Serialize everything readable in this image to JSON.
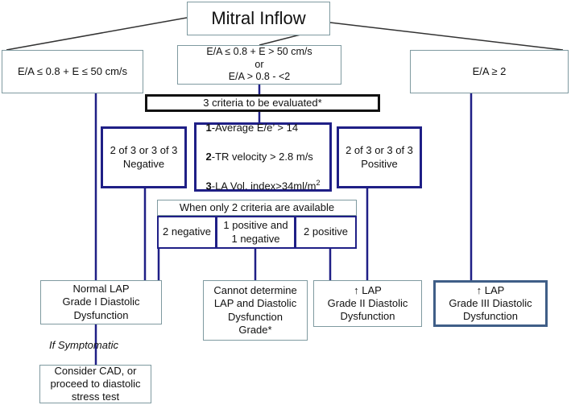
{
  "top": {
    "label": "Mitral Inflow"
  },
  "branches": {
    "left": "E/A ≤ 0.8 + E ≤ 50 cm/s",
    "middle": "E/A ≤ 0.8 + E > 50 cm/s\nor\nE/A > 0.8 - <2",
    "right": "E/A ≥ 2"
  },
  "criteria_header": "3 criteria to be evaluated*",
  "negative_box": "2 of 3 or 3 of 3\nNegative",
  "positive_box": "2 of 3 or 3 of 3\nPositive",
  "criteria": [
    {
      "num": "1",
      "text": "-Average E/e’ > 14"
    },
    {
      "num": "2",
      "text": "-TR velocity > 2.8 m/s"
    },
    {
      "num": "3",
      "text": "-LA Vol. index>34ml/m",
      "sup": "2"
    }
  ],
  "two_criteria": {
    "header": "When only 2 criteria are available",
    "negative": "2 negative",
    "mixed": "1 positive and\n1 negative",
    "positive": "2 positive"
  },
  "outcomes": {
    "normal": "Normal  LAP\nGrade I Diastolic\nDysfunction",
    "indeterminate": "Cannot determine\nLAP and Diastolic\nDysfunction\nGrade*",
    "grade2": "↑ LAP\nGrade II Diastolic\nDysfunction",
    "grade3": "↑ LAP\nGrade III Diastolic\nDysfunction"
  },
  "symptomatic": "If Symptomatic",
  "next_step": "Consider CAD, or\nproceed to diastolic\nstress  test",
  "colors": {
    "navy": "#1f1f86",
    "gray_border": "#7f9aa0",
    "steel": "#3f5e87",
    "connector_dark": "#333333"
  }
}
